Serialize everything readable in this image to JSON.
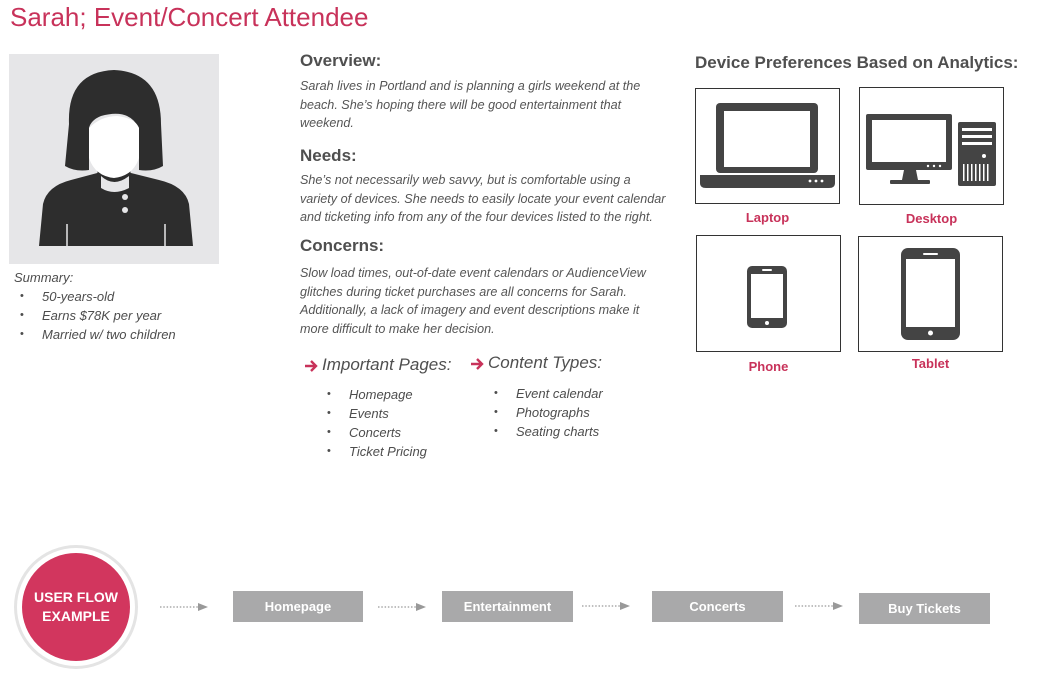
{
  "title": "Sarah; Event/Concert Attendee",
  "summary": {
    "label": "Summary:",
    "items": [
      "50-years-old",
      "Earns $78K per year",
      "Married w/  two children"
    ]
  },
  "overview": {
    "heading": "Overview:",
    "text": "Sarah lives in Portland and is planning a girls weekend at the beach. She’s hoping there will be good entertainment that weekend."
  },
  "needs": {
    "heading": "Needs:",
    "text": "She’s not necessarily web savvy, but is comfortable using a variety of devices. She needs to easily locate your event calendar and ticketing info from any of the four devices listed to the right."
  },
  "concerns": {
    "heading": "Concerns:",
    "text": "Slow load times, out-of-date event calendars or AudienceView glitches during ticket purchases are all concerns for Sarah. Additionally, a lack of imagery and event descriptions make it more difficult to make her decision."
  },
  "important_pages": {
    "heading": "Important Pages:",
    "items": [
      "Homepage",
      "Events",
      "Concerts",
      "Ticket Pricing"
    ]
  },
  "content_types": {
    "heading": "Content Types:",
    "items": [
      "Event calendar",
      "Photographs",
      "Seating charts"
    ]
  },
  "devices": {
    "heading": "Device Preferences Based on Analytics:",
    "laptop": "Laptop",
    "desktop": "Desktop",
    "phone": "Phone",
    "tablet": "Tablet"
  },
  "user_flow": {
    "badge": "USER FLOW EXAMPLE",
    "steps": [
      "Homepage",
      "Entertainment",
      "Concerts",
      "Buy Tickets"
    ]
  },
  "colors": {
    "accent": "#c8325a",
    "text": "#4a4a4a",
    "step_bg": "#a9a9aa",
    "icon": "#444444"
  }
}
